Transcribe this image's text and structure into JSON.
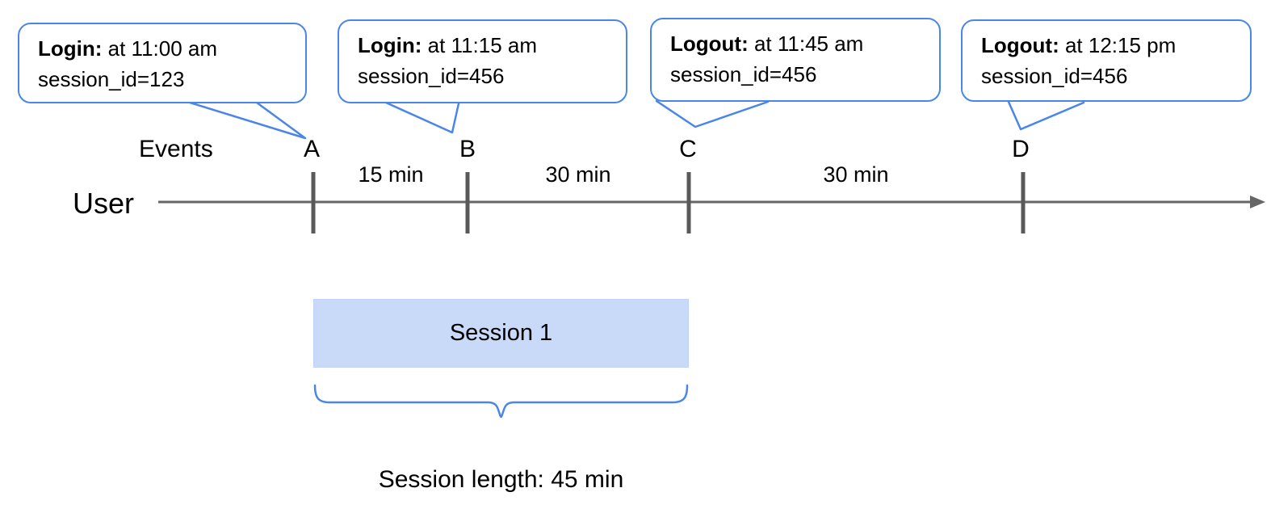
{
  "colors": {
    "accent_blue": "#4a86e8",
    "session_fill": "#c9daf8",
    "line_gray": "#666666",
    "tick_gray": "#595959",
    "text_black": "#000000"
  },
  "callouts": [
    {
      "bold": "Login:",
      "text": " at 11:00 am",
      "line2": "session_id=123"
    },
    {
      "bold": "Login:",
      "text": " at 11:15 am",
      "line2": "session_id=456"
    },
    {
      "bold": "Logout:",
      "text": " at 11:45 am",
      "line2": "session_id=456"
    },
    {
      "bold": "Logout:",
      "text": " at 12:15 pm",
      "line2": "session_id=456"
    }
  ],
  "timeline": {
    "user_label": "User",
    "events_label": "Events",
    "markers": [
      {
        "label": "A"
      },
      {
        "label": "B"
      },
      {
        "label": "C"
      },
      {
        "label": "D"
      }
    ],
    "intervals": [
      {
        "label": "15 min"
      },
      {
        "label": "30 min"
      },
      {
        "label": "30 min"
      }
    ]
  },
  "session": {
    "label": "Session 1",
    "length_label": "Session length: 45 min"
  }
}
